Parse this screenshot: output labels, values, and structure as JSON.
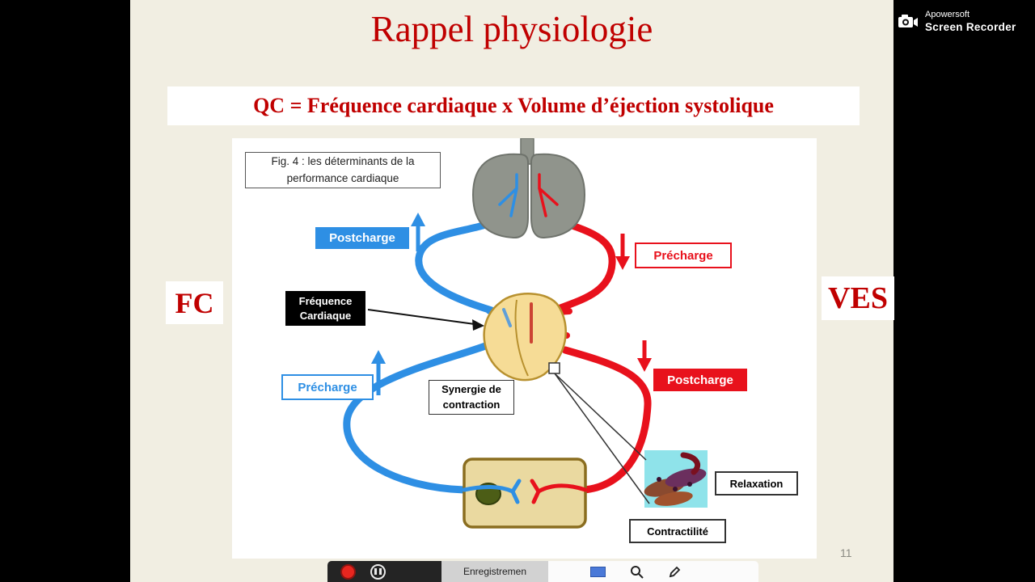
{
  "slide": {
    "title": "Rappel physiologie",
    "equation": "QC = Fréquence cardiaque x Volume d’éjection systolique",
    "fc": "FC",
    "ves": "VES",
    "page_number": "11"
  },
  "figure": {
    "caption": "Fig. 4 : les déterminants de la\nperformance cardiaque",
    "postcharge_top": "Postcharge",
    "precharge_top": "Précharge",
    "frequence_cardiaque": "Fréquence\nCardiaque",
    "precharge_bottom": "Précharge",
    "synergie": "Synergie de\ncontraction",
    "postcharge_right": "Postcharge",
    "relaxation": "Relaxation",
    "contractilite": "Contractilité"
  },
  "recorder": {
    "brand_line1": "Apowersoft",
    "brand_line2": "Screen Recorder",
    "toolbar_label": "Enregistremen"
  },
  "colors": {
    "slide_bg": "#f1eee2",
    "title_red": "#c00000",
    "blue": "#2e8fe4",
    "red": "#e8111c"
  }
}
